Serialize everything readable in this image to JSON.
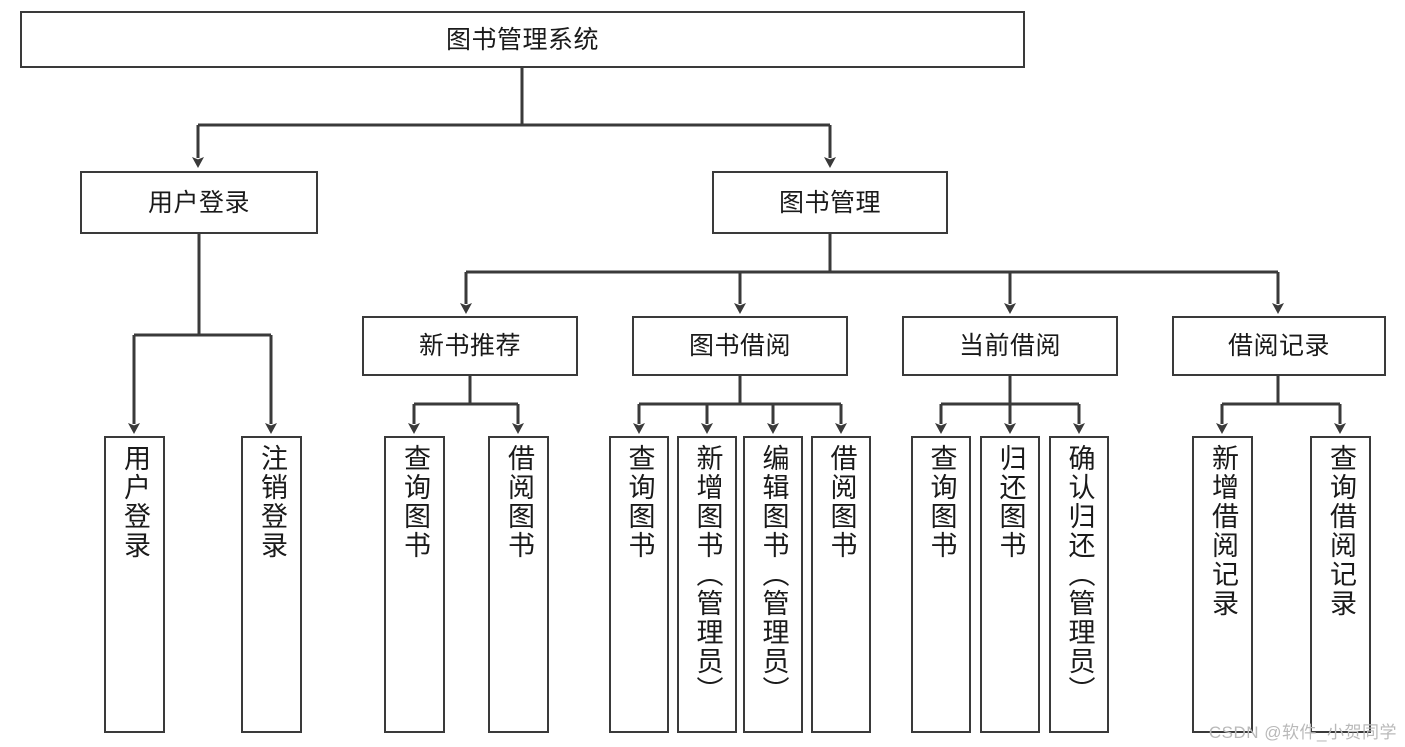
{
  "diagram": {
    "type": "tree-hierarchy-chart",
    "title": "图书管理系统",
    "watermark": "CSDN @软件_小贺同学",
    "colors": {
      "box_border": "#3a3a3a",
      "box_fill": "#ffffff",
      "connector": "#3a3a3a",
      "text": "#1a1a1a",
      "watermark": "#b9b9b9",
      "background": "#ffffff"
    },
    "root": {
      "label": "图书管理系统"
    },
    "level2": [
      {
        "label": "用户登录"
      },
      {
        "label": "图书管理"
      }
    ],
    "level3": [
      {
        "label": "新书推荐"
      },
      {
        "label": "图书借阅"
      },
      {
        "label": "当前借阅"
      },
      {
        "label": "借阅记录"
      }
    ],
    "leaves": {
      "user_login": [
        {
          "label": "用户登录"
        },
        {
          "label": "注销登录"
        }
      ],
      "new_book": [
        {
          "label": "查询图书"
        },
        {
          "label": "借阅图书"
        }
      ],
      "book_borrow": [
        {
          "label": "查询图书"
        },
        {
          "label": "新增图书（管理员）"
        },
        {
          "label": "编辑图书（管理员）"
        },
        {
          "label": "借阅图书"
        }
      ],
      "current_borrow": [
        {
          "label": "查询图书"
        },
        {
          "label": "归还图书"
        },
        {
          "label": "确认归还（管理员）"
        }
      ],
      "borrow_record": [
        {
          "label": "新增借阅记录"
        },
        {
          "label": "查询借阅记录"
        }
      ]
    }
  }
}
